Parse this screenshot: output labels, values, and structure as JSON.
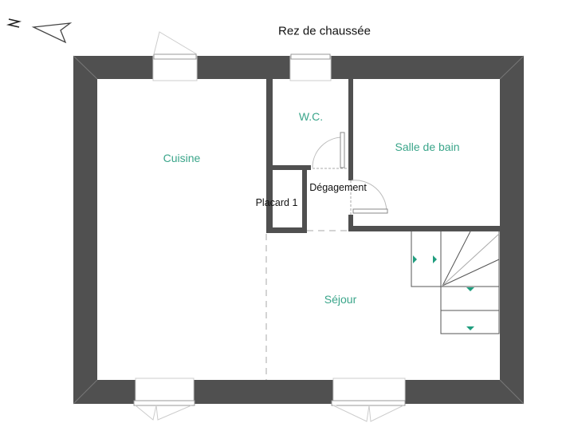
{
  "title": "Rez de chaussée",
  "compass": {
    "label": "N",
    "icon": "north-arrow-icon"
  },
  "rooms": {
    "cuisine": "Cuisine",
    "wc": "W.C.",
    "salle_de_bain": "Salle de bain",
    "degagement": "Dégagement",
    "placard": "Placard 1",
    "sejour": "Séjour"
  },
  "colors": {
    "wall": "#505050",
    "room_label": "#3aa58a",
    "fixture": "#bdbdbd",
    "stair_arrow": "#1f9d7e"
  }
}
